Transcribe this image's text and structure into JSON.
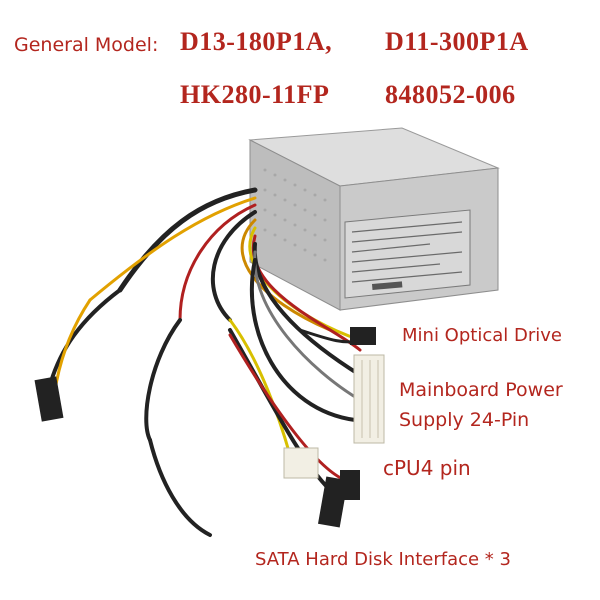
{
  "header": {
    "general_label": "General Model:",
    "models": [
      "D13-180P1A,",
      "D11-300P1A",
      "HK280-11FP",
      "848052-006"
    ]
  },
  "callouts": {
    "optical": "Mini Optical Drive",
    "mainboard_line1": "Mainboard Power",
    "mainboard_line2": "Supply 24-Pin",
    "cpu": "cPU4 pin",
    "sata": "SATA Hard Disk Interface * 3"
  },
  "colors": {
    "text": "#b3261e",
    "psu_body": "#c9c9c9",
    "connector": "#f2efe4"
  }
}
